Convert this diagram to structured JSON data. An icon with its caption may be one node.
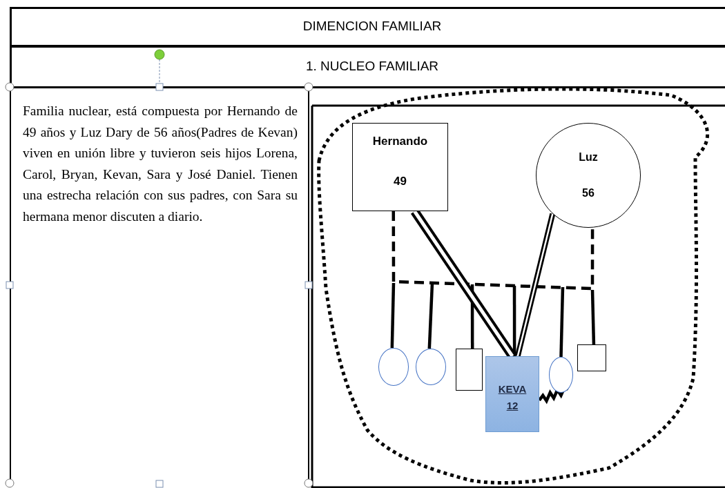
{
  "diagram": {
    "nodes": [
      {
        "text": [
          "DIMENCION FAMILIAR"
        ]
      },
      {
        "text": [
          "1. NUCLEO FAMILIAR"
        ]
      },
      {
        "text": [
          "Familia nuclear, está compuesta por Hernando  de 49  años y Luz Dary de 56 años(Padres de Kevan) viven en unión libre y tuvieron seis  hijos Lorena, Carol, Bryan,  Kevan, Sara y José Daniel. Tienen una estrecha relación con sus padres, con Sara su hermana menor  discuten a diario."
        ]
      },
      {
        "text": [],
        "shape": "cloud"
      },
      {
        "text": [
          "Hernando",
          "49"
        ],
        "in": 3
      },
      {
        "text": [
          "Luz",
          "56"
        ],
        "in": 3
      },
      {
        "text": [],
        "shape": "circle",
        "in": 3
      },
      {
        "text": [],
        "shape": "circle",
        "in": 3
      },
      {
        "text": [],
        "shape": "box",
        "in": 3
      },
      {
        "text": [
          "KEVA",
          "12"
        ],
        "in": 3
      },
      {
        "text": [],
        "shape": "circle",
        "in": 3
      },
      {
        "text": [],
        "shape": "box",
        "in": 3
      }
    ],
    "edges": [
      {
        "from": 4,
        "to": 5,
        "arrow": "none",
        "style": "dashed"
      },
      {
        "from": null,
        "to": 6,
        "arrow": "none"
      },
      {
        "from": null,
        "to": 7,
        "arrow": "none"
      },
      {
        "from": null,
        "to": 8,
        "arrow": "none"
      },
      {
        "from": null,
        "to": 9,
        "arrow": "none"
      },
      {
        "from": null,
        "to": 10,
        "arrow": "none"
      },
      {
        "from": null,
        "to": 11,
        "arrow": "none"
      },
      {
        "from": 4,
        "to": 9,
        "arrow": "none",
        "style": "thick"
      },
      {
        "from": 5,
        "to": 9,
        "arrow": "none"
      },
      {
        "from": 9,
        "to": 10,
        "arrow": "none"
      }
    ]
  }
}
